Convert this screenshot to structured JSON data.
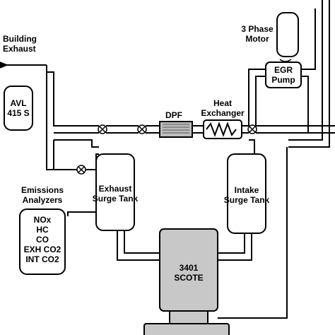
{
  "labels": {
    "building_exhaust": "Building\nExhaust",
    "avl": "AVL\n415 S",
    "dpf": "DPF",
    "heat_exchanger": "Heat\nExchanger",
    "three_phase_motor": "3 Phase\nMotor",
    "egr_pump": "EGR\nPump",
    "emissions_analyzers": "Emissions\nAnalyzers",
    "analyzer_list": "NOx\nHC\nCO\nEXH CO2\nINT CO2",
    "exhaust_surge_tank": "Exhaust\nSurge Tank",
    "intake_surge_tank": "Intake\nSurge Tank",
    "engine": "3401\nSCOTE"
  },
  "colors": {
    "line": "#000000",
    "engine_fill": "#c8c8c8",
    "box_fill": "#ffffff",
    "dpf_fill": "#bdbdbd"
  },
  "icons": [
    "arrow-left-icon",
    "valve-icon",
    "coil-icon",
    "filter-icon",
    "rotation-arrow-icon"
  ]
}
